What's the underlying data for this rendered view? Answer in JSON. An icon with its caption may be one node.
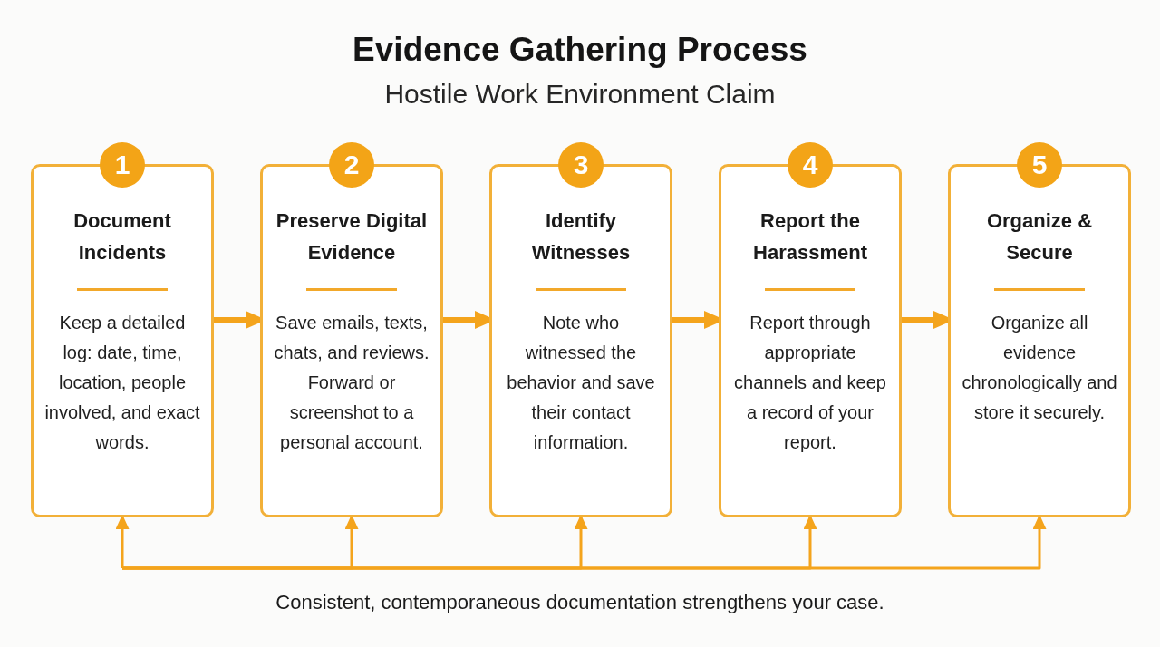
{
  "diagram": {
    "title": "Evidence Gathering Process",
    "nodes": [
      {
        "text": [
          "1",
          "Document Incidents",
          "Keep a detailed log: date, time, location, people involved, and exact words."
        ]
      },
      {
        "text": [
          "2",
          "Preserve Digital Evidence",
          "Save emails, texts, chats, and reviews. Forward or screenshot to a personal account."
        ]
      },
      {
        "text": [
          "3",
          "Identify Witnesses",
          "Note who witnessed the behavior and save their contact information."
        ]
      },
      {
        "text": [
          "4",
          "Report the Harassment",
          "Report through appropriate channels and keep a record of your report."
        ]
      },
      {
        "text": [
          "5",
          "Organize & Secure",
          "Organize all evidence chronologically and store it securely."
        ]
      }
    ],
    "edges": [
      {
        "from": 0,
        "to": 1,
        "arrow": "to",
        "style": "thick"
      },
      {
        "from": 1,
        "to": 2,
        "arrow": "to",
        "style": "thick"
      },
      {
        "from": 2,
        "to": 3,
        "arrow": "to",
        "style": "thick"
      },
      {
        "from": 3,
        "to": 4,
        "arrow": "to",
        "style": "thick"
      },
      {
        "from": null,
        "to": 0,
        "arrow": "to"
      },
      {
        "from": null,
        "to": 1,
        "arrow": "to"
      },
      {
        "from": null,
        "to": 2,
        "arrow": "to"
      },
      {
        "from": null,
        "to": 3,
        "arrow": "to"
      },
      {
        "from": null,
        "to": 4,
        "arrow": "to"
      }
    ],
    "labels": [
      "Hostile Work Environment Claim"
    ],
    "caption": "Consistent, contemporaneous documentation strengthens your case."
  }
}
